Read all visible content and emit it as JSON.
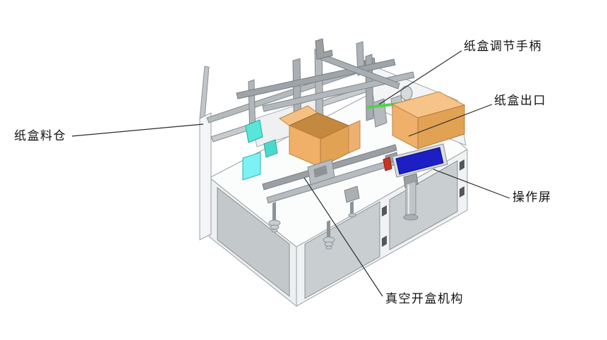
{
  "diagram": {
    "type": "machine-annotation-diagram",
    "subject": "carton erecting machine 3D CAD view",
    "labels": {
      "carton_magazine": "纸盒料仓",
      "carton_adjust_handle": "纸盒调节手柄",
      "carton_outlet": "纸盒出口",
      "operation_screen": "操作屏",
      "vacuum_box_opener": "真空开盒机构"
    },
    "colors": {
      "carton_orange": "#F0B068",
      "carton_orange_dark": "#E2A254",
      "carton_flap": "#F4C084",
      "screen_blue": "#1B1FC4",
      "teal_part": "#59E6DA",
      "cyan_part": "#7DF2F2",
      "green_rod": "#4ED34E",
      "red_part": "#CC3322",
      "frame_gray": "#B0B6BA",
      "cabinet_panel": "#C9CED1",
      "leader_line": "#2B2B2B",
      "background": "#FFFFFF"
    }
  }
}
